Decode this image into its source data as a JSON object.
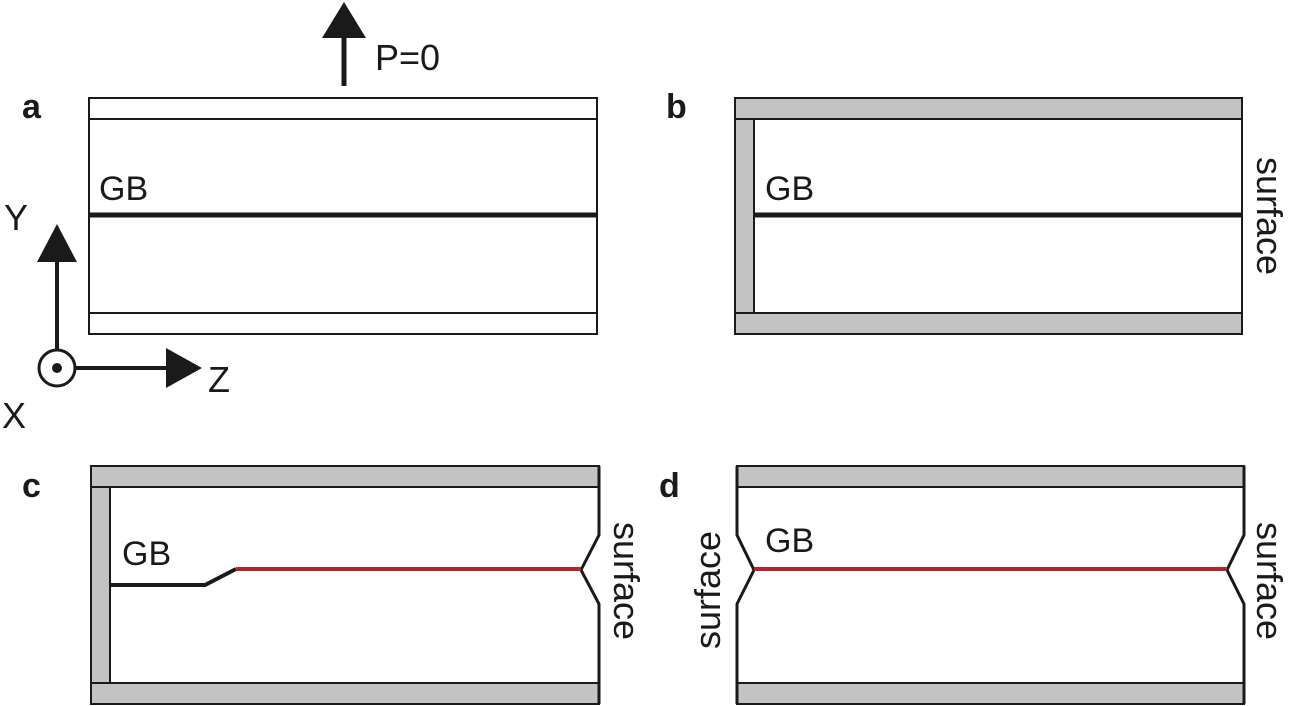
{
  "diagram": {
    "pressure_label": "P=0",
    "axes": {
      "y": "Y",
      "z": "Z",
      "x": "X"
    },
    "colors": {
      "line": "#1a1a1a",
      "fixed_layer": "#c3c3c3",
      "migrated_gb": "#b3262b",
      "background": "#ffffff"
    },
    "panels": [
      {
        "letter": "a",
        "gb_label": "GB"
      },
      {
        "letter": "b",
        "gb_label": "GB",
        "surface_right": "surface"
      },
      {
        "letter": "c",
        "gb_label": "GB",
        "surface_right": "surface"
      },
      {
        "letter": "d",
        "gb_label": "GB",
        "surface_left": "surface",
        "surface_right": "surface"
      }
    ]
  }
}
